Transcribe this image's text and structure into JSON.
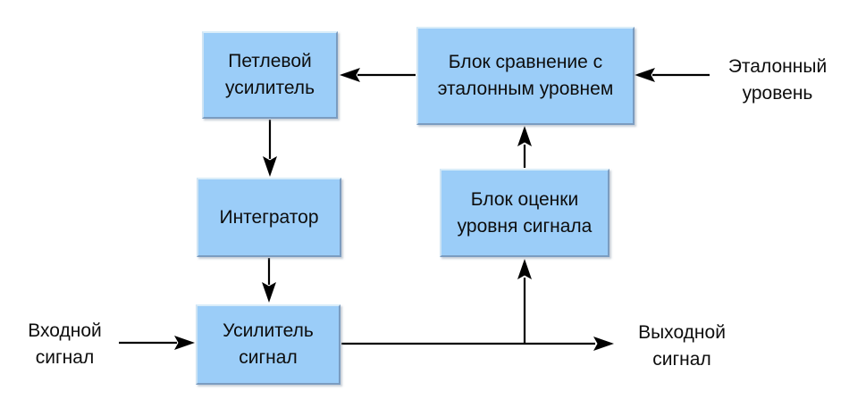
{
  "diagram": {
    "title_semantic": "AGC feedback loop block diagram",
    "boxes": {
      "loop_amplifier": "Петлевой\nусилитель",
      "comparison_block": "Блок сравнение с\nэталонным уровнем",
      "integrator": "Интегратор",
      "level_estimation_block": "Блок оценки\nуровня сигнала",
      "amplifier": "Усилитель\nсигнал"
    },
    "labels": {
      "reference_level": "Эталонный\nуровень",
      "input_signal": "Входной\nсигнал",
      "output_signal": "Выходной\nсигнал"
    },
    "colors": {
      "background": "#ffffff",
      "box_fill": "#9bcdf8",
      "box_border_dark": "#7b9cc0",
      "box_border_light": "#d9edf9",
      "box_border_left": "#cfe4f4",
      "arrow": "#000000",
      "text": "#0d0d0d"
    }
  }
}
